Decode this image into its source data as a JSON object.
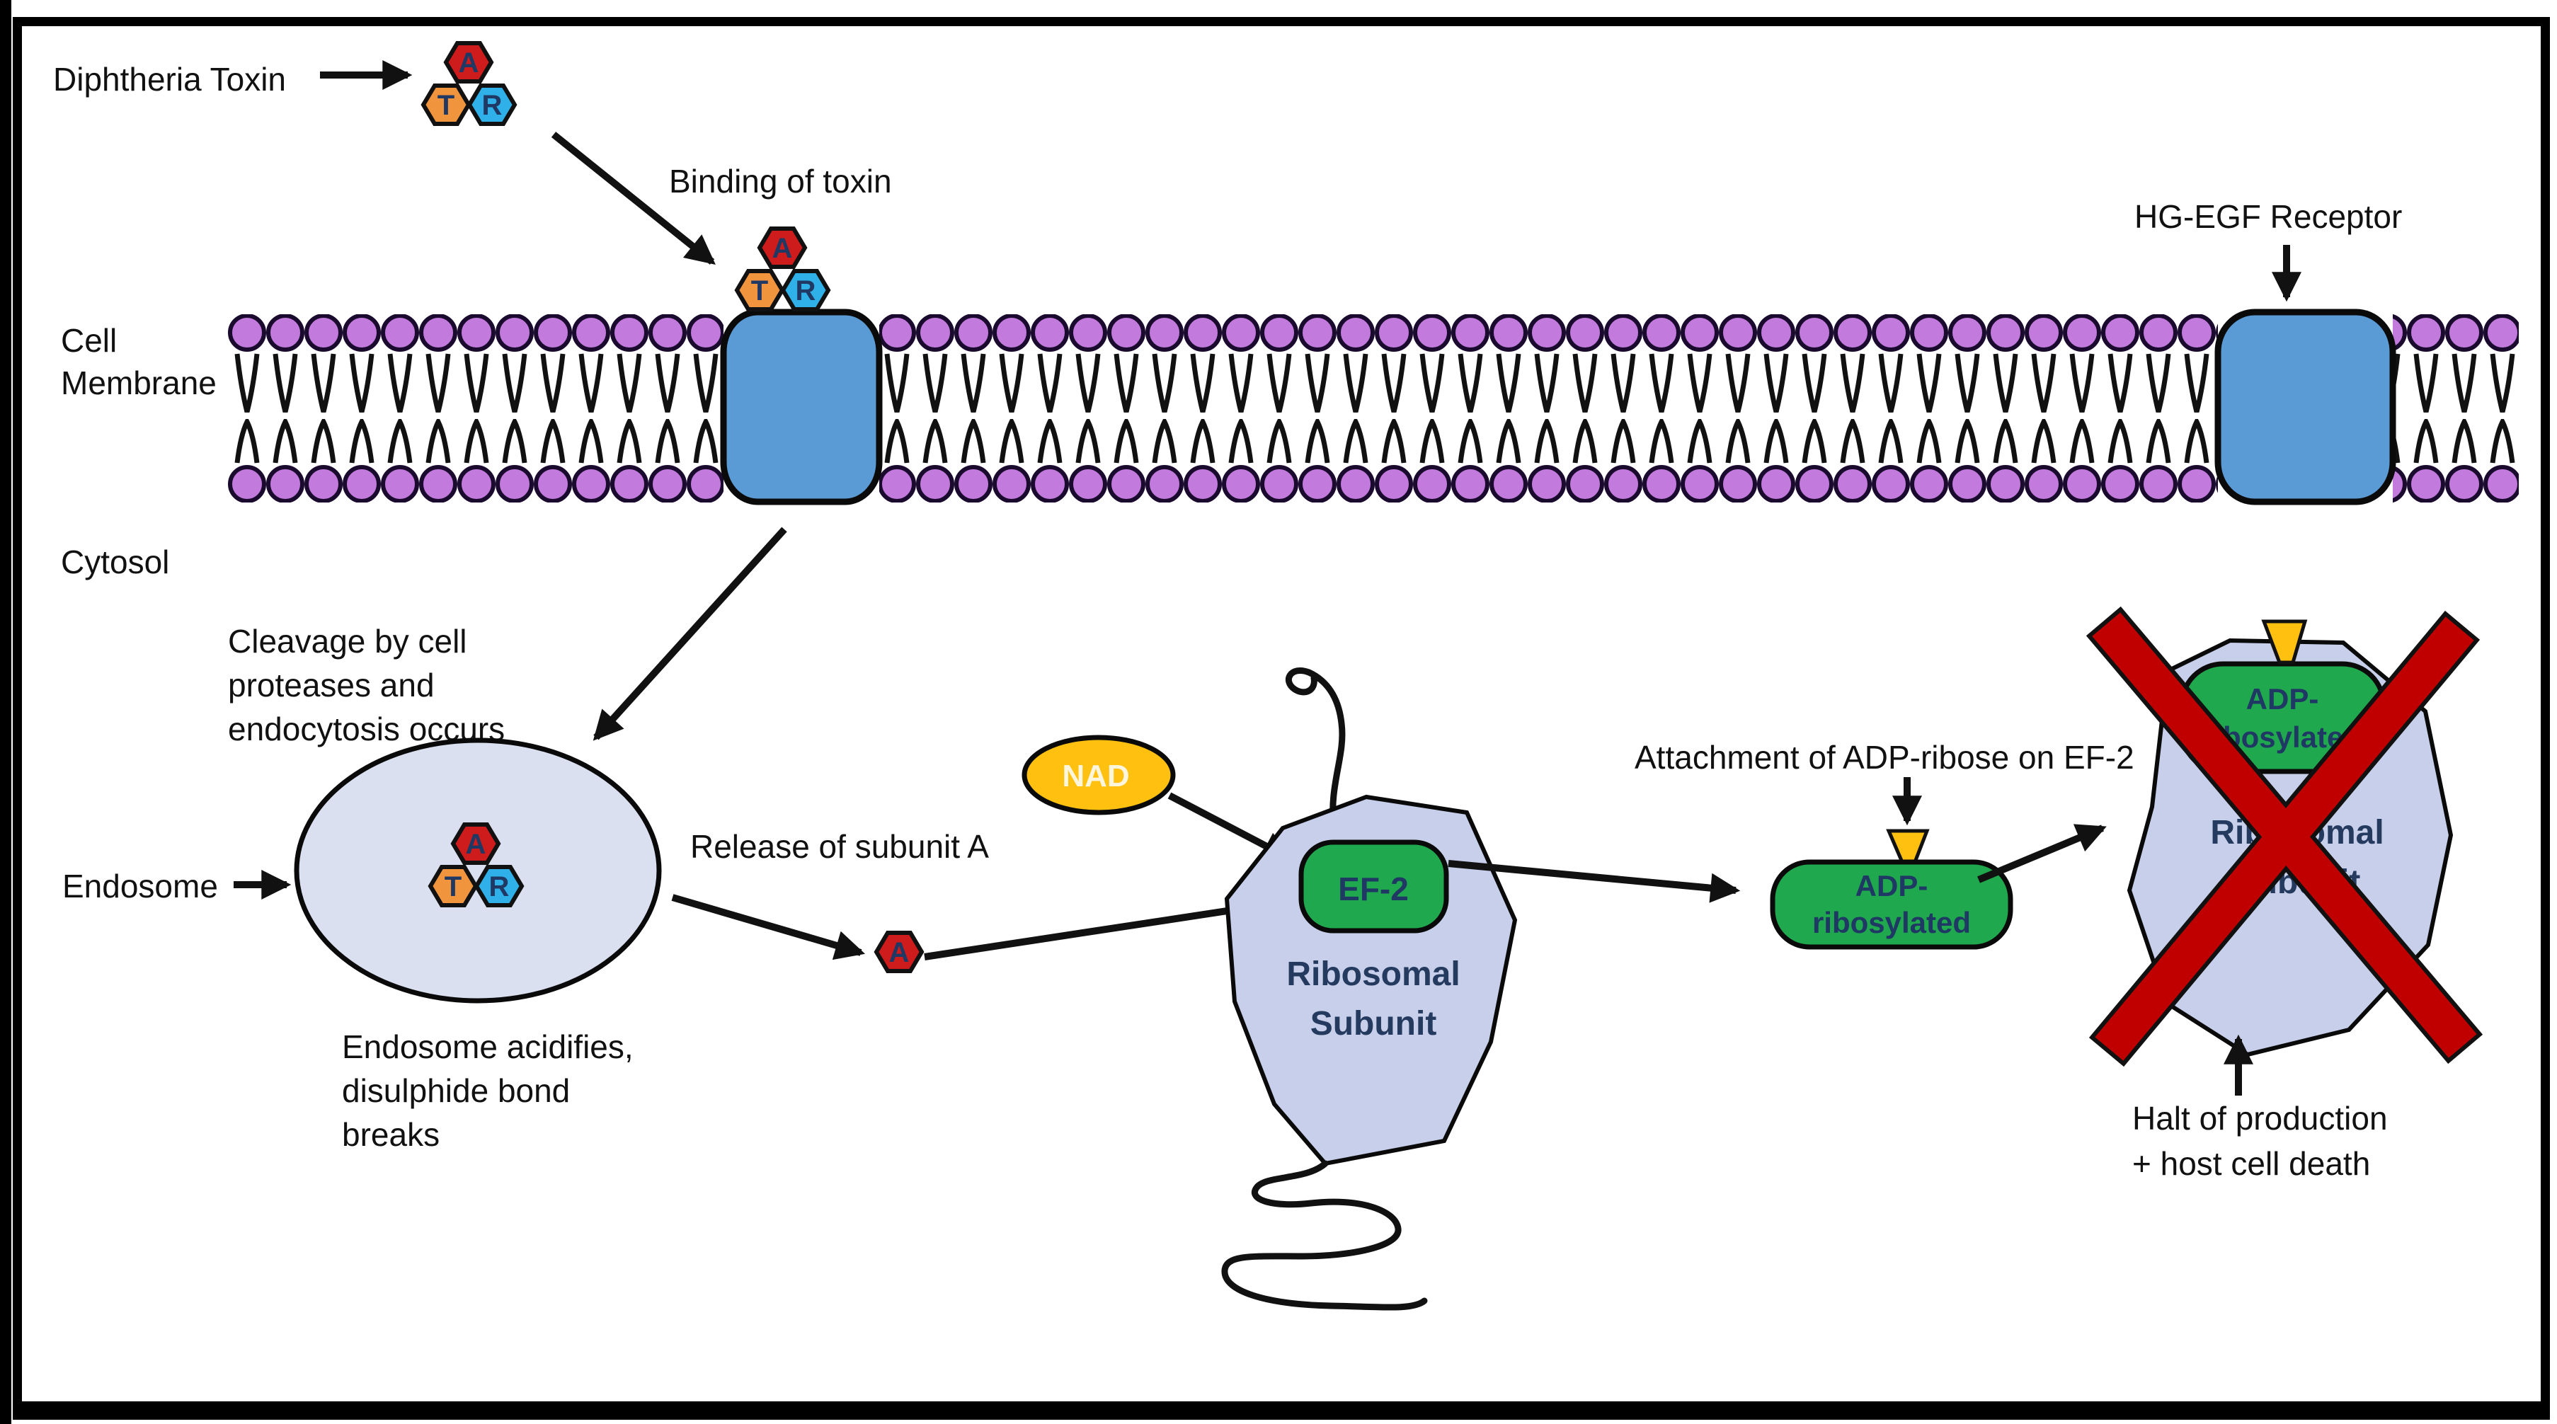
{
  "labels": {
    "diphtheria": "Diphtheria Toxin",
    "binding": "Binding of toxin",
    "hg_egf": "HG-EGF Receptor",
    "cell_membrane_1": "Cell",
    "cell_membrane_2": "Membrane",
    "cytosol": "Cytosol",
    "cleavage_1": "Cleavage by cell",
    "cleavage_2": "proteases and",
    "cleavage_3": "endocytosis occurs",
    "endosome": "Endosome",
    "acidifies_1": "Endosome acidifies,",
    "acidifies_2": "disulphide bond",
    "acidifies_3": "breaks",
    "release": "Release of subunit A",
    "attachment": "Attachment of ADP-ribose on EF-2",
    "halt_1": "Halt of production",
    "halt_2": "+ host cell death"
  },
  "subunits": {
    "a": "A",
    "t": "T",
    "r": "R"
  },
  "molecules": {
    "nad": "NAD",
    "ef2": "EF-2",
    "adp_1": "ADP-",
    "adp_2": "ribosylated",
    "ribosome_1": "Ribosomal",
    "ribosome_2": "Subunit"
  },
  "colors": {
    "subunit_a_red": "#ce1b1b",
    "subunit_t_orange": "#f0953e",
    "subunit_r_blue": "#2fb0e8",
    "nad_amber": "#ffc010",
    "nad_text": "#fdf6dc",
    "green_protein": "#1fa84d",
    "ribosome_lavender": "#c7cfea",
    "endosome_fill": "#dae0f0",
    "membrane_head_purple": "#c27bdc",
    "receptor_blue": "#5b9bd5",
    "cross_red": "#c00000",
    "label_navy": "#1f3864",
    "ribo_text_navy": "#243a5e"
  }
}
